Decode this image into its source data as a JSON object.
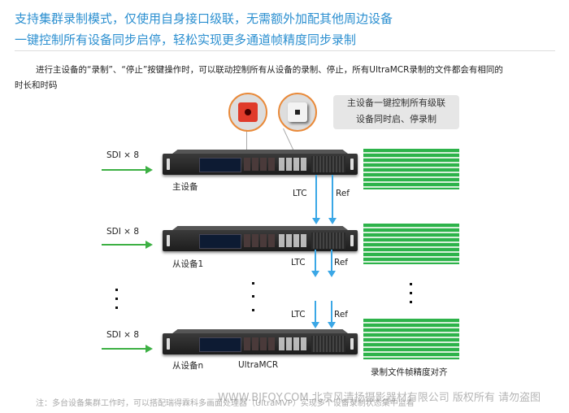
{
  "header": {
    "line1": "支持集群录制模式，仅使用自身接口级联，无需额外加配其他周边设备",
    "line2": "一键控制所有设备同步启停，轻松实现更多通道帧精度同步录制"
  },
  "description": {
    "line1": "进行主设备的“录制”、“停止”按键操作时，可以联动控制所有从设备的录制、停止，所有UltraMCR录制的文件都会有相同的",
    "line2": "时长和时码"
  },
  "callout": {
    "line1": "主设备一键控制所有级联",
    "line2": "设备同时启、停录制"
  },
  "devices": [
    {
      "label": "主设备",
      "input": "SDI × 8"
    },
    {
      "label": "从设备1",
      "input": "SDI × 8"
    },
    {
      "label": "从设备n",
      "input": "SDI × 8"
    }
  ],
  "product_label": "UltraMCR",
  "links": [
    {
      "ltc": "LTC",
      "ref": "Ref"
    },
    {
      "ltc": "LTC",
      "ref": "Ref"
    },
    {
      "ltc": "LTC",
      "ref": "Ref"
    }
  ],
  "files_caption": "录制文件帧精度对齐",
  "footnote": "注：多台设备集群工作时，可以搭配瑞得霖科多画面处理器（UltraMVP）实现多个设备录制状态集中监看",
  "watermark": "WWW.BJFQY.COM 北京风清扬摄影器材有限公司 版权所有 请勿盗图",
  "colors": {
    "title": "#2b8fd0",
    "signal": "#3cb043",
    "link": "#3aa7e6",
    "record": "#e03a2a"
  }
}
